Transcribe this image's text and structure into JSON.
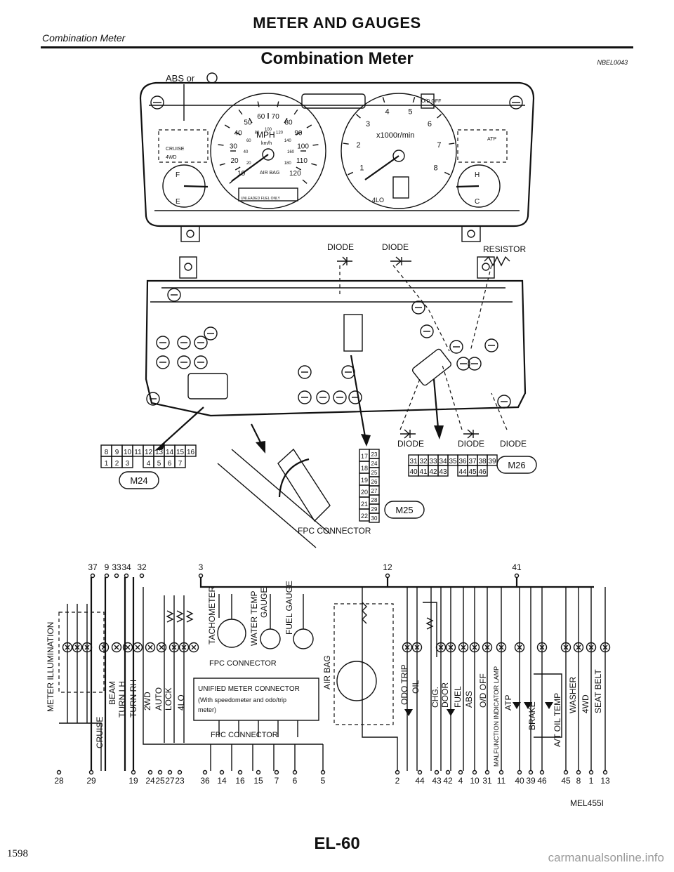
{
  "header": {
    "section_label": "Combination Meter",
    "title": "METER AND GAUGES",
    "subtitle": "Combination Meter",
    "ref_code": "NBEL0043"
  },
  "meter_front": {
    "abs_callout": "ABS or",
    "speedo_unit": "MPH",
    "speedo_sub": "km/h",
    "speedo_mph": [
      "10",
      "20",
      "30",
      "40",
      "50",
      "60",
      "70",
      "80",
      "90",
      "100",
      "110",
      "120"
    ],
    "speedo_kmh": [
      "20",
      "40",
      "60",
      "80",
      "100",
      "120",
      "140",
      "160",
      "180"
    ],
    "tacho_unit": "x1000r/min",
    "tacho_nums": [
      "1",
      "2",
      "3",
      "4",
      "5",
      "6",
      "7",
      "8"
    ],
    "fuel_full": "F",
    "fuel_empty": "E",
    "temp_hot": "H",
    "temp_cold": "C",
    "fuel_note": "UNLEADED FUEL ONLY",
    "air_bag": "AIR BAG",
    "od_off": "O/D OFF",
    "four_lo": "4LO",
    "four_wd": "4WD",
    "cruise": "CRUISE",
    "atp": "ATP"
  },
  "meter_back": {
    "labels": {
      "diode_1": "DIODE",
      "diode_2": "DIODE",
      "resistor": "RESISTOR",
      "diode_3": "DIODE",
      "diode_4": "DIODE",
      "diode_5": "DIODE",
      "fpc_connector": "FPC CONNECTOR"
    }
  },
  "connectors": {
    "m24": {
      "id": "M24",
      "top": [
        "8",
        "9",
        "10",
        "11",
        "12",
        "13",
        "14",
        "15",
        "16"
      ],
      "bottom": [
        "1",
        "2",
        "3",
        "4",
        "5",
        "6",
        "7"
      ]
    },
    "m25": {
      "id": "M25",
      "left": [
        "17",
        "18",
        "19",
        "20",
        "21",
        "22"
      ],
      "right": [
        "23",
        "24",
        "25",
        "26",
        "27",
        "28",
        "29",
        "30"
      ]
    },
    "m26": {
      "id": "M26",
      "top": [
        "31",
        "32",
        "33",
        "34",
        "35",
        "36",
        "37",
        "38",
        "39"
      ],
      "bottom": [
        "40",
        "41",
        "42",
        "43",
        "44",
        "45",
        "46"
      ]
    }
  },
  "schematic": {
    "top_pins": [
      {
        "label": "37"
      },
      {
        "label": "9"
      },
      {
        "label": "33"
      },
      {
        "label": "34"
      },
      {
        "label": "32"
      },
      {
        "label": "3"
      },
      {
        "label": "12"
      },
      {
        "label": "41"
      }
    ],
    "bottom_pins": [
      "28",
      "29",
      "19",
      "24",
      "25",
      "27",
      "23",
      "36",
      "14",
      "16",
      "15",
      "7",
      "6",
      "5",
      "2",
      "44",
      "43",
      "42",
      "4",
      "10",
      "31",
      "11",
      "40",
      "39",
      "46",
      "45",
      "8",
      "1",
      "13"
    ],
    "labels": {
      "illum": "METER ILLUMINATION",
      "cruise": "CRUISE",
      "beam": "BEAM",
      "turn_lh": "TURN LH",
      "turn_rh": "TURN RH",
      "twowd": "2WD",
      "auto": "AUTO",
      "lock": "LOCK",
      "fourlo": "4LO",
      "tacho": "TACHOMETER",
      "water": "WATER TEMP",
      "gauge": "GAUGE",
      "fuel": "FUEL GAUGE",
      "fpc_top": "FPC CONNECTOR",
      "fpc_bottom": "FPC CONNECTOR",
      "unified_1": "UNIFIED METER CONNECTOR",
      "unified_2": "(With speedometer and odo/trip",
      "unified_3": "meter)",
      "airbag": "AIR BAG",
      "odo": "ODO TRIP",
      "oil": "OIL",
      "chg": "CHG.",
      "door": "DOOR",
      "fuel_w": "FUEL",
      "abs": "ABS",
      "odoff": "O/D OFF",
      "mil": "MALFUNCTION INDICATOR LAMP",
      "atp": "ATP",
      "brake": "BRAKE",
      "atoil": "A/T OIL TEMP",
      "washer": "WASHER",
      "fourwd": "4WD",
      "seatbelt": "SEAT BELT"
    }
  },
  "footer": {
    "figure_code": "MEL455I",
    "page_code": "EL-60",
    "book_page": "1598",
    "watermark": "carmanualsonline.info"
  }
}
